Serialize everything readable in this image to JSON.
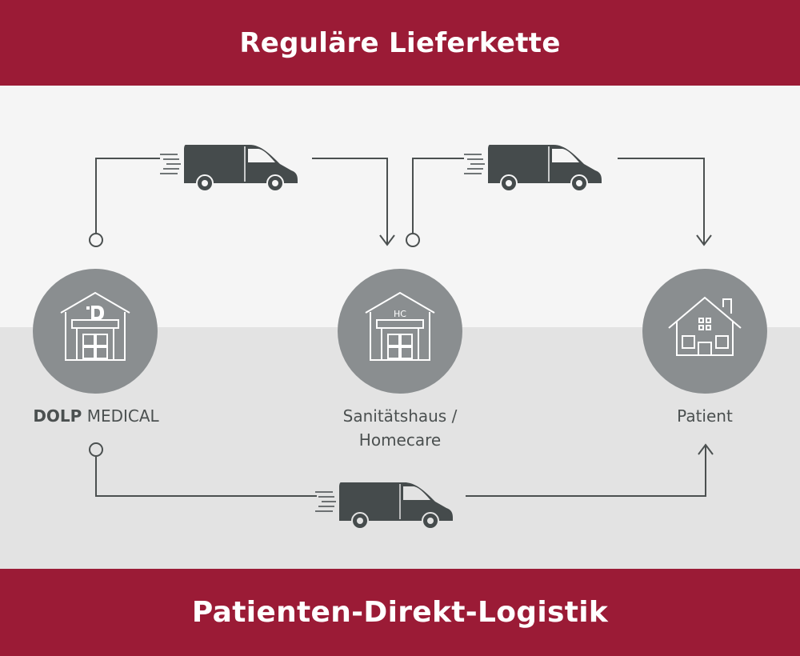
{
  "header": {
    "title": "Reguläre Lieferkette"
  },
  "footer": {
    "title": "Patienten-Direkt-Logistik"
  },
  "nodes": {
    "dolp": {
      "label_bold": "DOLP",
      "label_rest": "MEDICAL",
      "icon": "warehouse-d-icon",
      "mark": "D"
    },
    "homecare": {
      "label_line1": "Sanitätshaus /",
      "label_line2": "Homecare",
      "icon": "warehouse-hc-icon",
      "mark": "HC"
    },
    "patient": {
      "label": "Patient",
      "icon": "house-icon"
    }
  },
  "colors": {
    "brand": "#9b1b36",
    "circle": "#8a8e90",
    "van": "#454b4c",
    "line": "#4b5050",
    "bg_light": "#f5f5f5",
    "bg_mid": "#e3e3e3"
  }
}
